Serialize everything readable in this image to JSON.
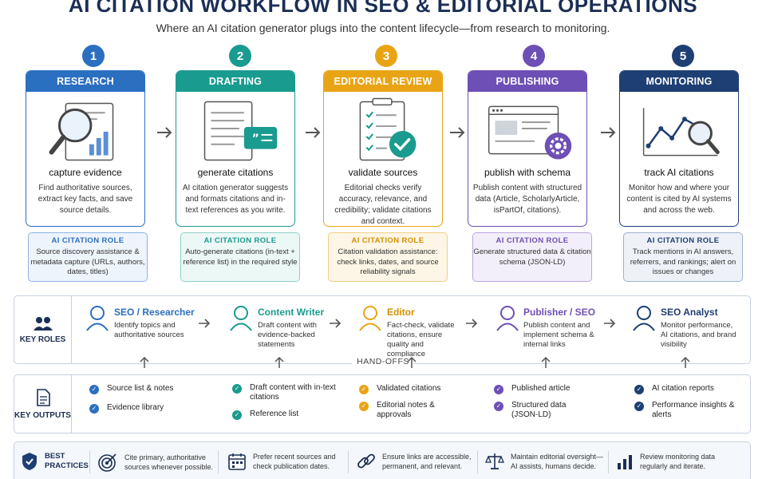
{
  "header": {
    "title": "AI CITATION WORKFLOW IN SEO & EDITORIAL OPERATIONS",
    "subtitle": "Where an AI citation generator plugs into the content lifecycle—from research to monitoring."
  },
  "colors": {
    "research": "#2b6fc0",
    "drafting": "#1a9b8f",
    "editorial": "#e9a416",
    "publishing": "#6e4fb5",
    "monitoring": "#1e3f73"
  },
  "stages": [
    {
      "num": "1",
      "name": "RESEARCH",
      "subtitle": "capture evidence",
      "desc": "Find authoritative sources, extract key facts, and save source details.",
      "role_title": "AI CITATION ROLE",
      "role_text": "Source discovery assistance & metadata capture (URLs, authors, dates, titles)",
      "icon": "magnifier-chart-icon"
    },
    {
      "num": "2",
      "name": "DRAFTING",
      "subtitle": "generate citations",
      "desc": "AI citation generator suggests and formats citations and in-text references as you write.",
      "role_title": "AI CITATION ROLE",
      "role_text": "Auto-generate citations (in-text + reference list) in the required style",
      "icon": "document-quote-icon"
    },
    {
      "num": "3",
      "name": "EDITORIAL REVIEW",
      "subtitle": "validate sources",
      "desc": "Editorial checks verify accuracy, relevance, and credibility; validate citations and context.",
      "role_title": "AI CITATION ROLE",
      "role_text": "Citation validation assistance: check links, dates, and source reliability signals",
      "icon": "checklist-icon"
    },
    {
      "num": "4",
      "name": "PUBLISHING",
      "subtitle": "publish with schema",
      "desc": "Publish content with structured data (Article, ScholarlyArticle, isPartOf, citations).",
      "role_title": "AI CITATION ROLE",
      "role_text": "Generate structured data & citation schema (JSON-LD)",
      "icon": "browser-gear-icon"
    },
    {
      "num": "5",
      "name": "MONITORING",
      "subtitle": "track AI citations",
      "desc": "Monitor how and where your content is cited by AI systems and across the web.",
      "role_title": "AI CITATION ROLE",
      "role_text": "Track mentions in AI answers, referrers, and rankings; alert on issues or changes",
      "icon": "trend-magnifier-icon"
    }
  ],
  "key_roles": {
    "label": "KEY ROLES",
    "people": [
      {
        "name": "SEO / Researcher",
        "desc": "Identify topics and authoritative sources"
      },
      {
        "name": "Content Writer",
        "desc": "Draft content with evidence-backed statements"
      },
      {
        "name": "Editor",
        "desc": "Fact-check, validate citations, ensure quality and compliance"
      },
      {
        "name": "Publisher / SEO",
        "desc": "Publish content and implement schema & internal links"
      },
      {
        "name": "SEO Analyst",
        "desc": "Monitor performance, AI citations, and brand visibility"
      }
    ]
  },
  "handoffs_label": "HAND-OFFS",
  "key_outputs": {
    "label": "KEY OUTPUTS",
    "columns": [
      [
        "Source list & notes",
        "Evidence library"
      ],
      [
        "Draft content with in-text citations",
        "Reference list"
      ],
      [
        "Validated citations",
        "Editorial notes & approvals"
      ],
      [
        "Published article",
        "Structured data (JSON-LD)"
      ],
      [
        "AI citation reports",
        "Performance insights & alerts"
      ]
    ]
  },
  "best_practices": {
    "label": "BEST PRACTICES",
    "items": [
      {
        "text": "Cite primary, authoritative sources whenever possible.",
        "icon": "target-icon"
      },
      {
        "text": "Prefer recent sources and check publication dates.",
        "icon": "calendar-icon"
      },
      {
        "text": "Ensure links are accessible, permanent, and relevant.",
        "icon": "link-icon"
      },
      {
        "text": "Maintain editorial oversight—AI assists, humans decide.",
        "icon": "scales-icon"
      },
      {
        "text": "Review monitoring data regularly and iterate.",
        "icon": "bar-chart-icon"
      }
    ]
  }
}
